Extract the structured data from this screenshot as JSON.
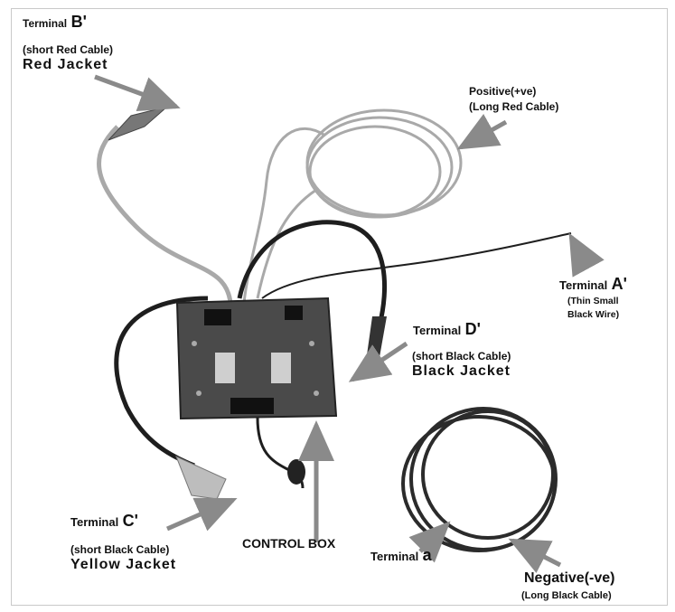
{
  "labels": {
    "terminal_b": {
      "word": "Terminal",
      "letter": "B'",
      "sub": "(short Red Cable)",
      "jacket": "Red Jacket"
    },
    "positive": {
      "line1": "Positive(+ve)",
      "line2": "(Long Red Cable)"
    },
    "terminal_a_prime": {
      "word": "Terminal",
      "letter": "A'",
      "sub1": "(Thin Small",
      "sub2": "Black Wire)"
    },
    "terminal_d": {
      "word": "Terminal",
      "letter": "D'",
      "sub": "(short Black Cable)",
      "jacket": "Black Jacket"
    },
    "terminal_c": {
      "word": "Terminal",
      "letter": "C'",
      "sub": "(short Black Cable)",
      "jacket": "Yellow Jacket"
    },
    "control_box": "CONTROL BOX",
    "terminal_small_a": {
      "word": "Terminal",
      "letter": "a"
    },
    "negative": {
      "line1": "Negative(-ve)",
      "line2": "(Long Black Cable)"
    }
  },
  "colors": {
    "arrow": "#8a8a8a",
    "cable_light": "#a9a9a9",
    "cable_dark": "#1e1e1e",
    "box": "#4a4a4a"
  }
}
